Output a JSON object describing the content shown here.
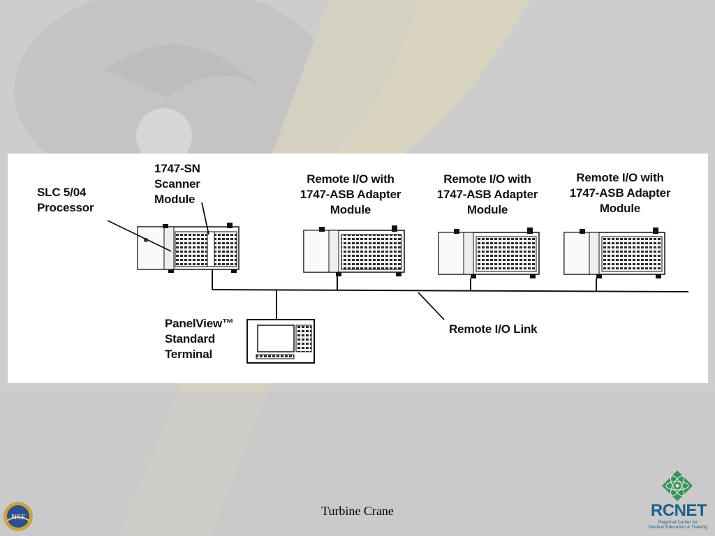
{
  "diagram": {
    "labels": {
      "processor": "SLC 5/04\nProcessor",
      "scanner": "1747-SN\nScanner\nModule",
      "remote_io_1": "Remote I/O with\n1747-ASB Adapter\nModule",
      "remote_io_2": "Remote I/O with\n1747-ASB Adapter\nModule",
      "remote_io_3": "Remote I/O with\n1747-ASB Adapter\nModule",
      "panelview": "PanelView™\nStandard\nTerminal",
      "link": "Remote I/O Link"
    }
  },
  "footer": {
    "title": "Turbine Crane",
    "left_logo": "NSF",
    "right_logo": "RCNET",
    "right_logo_subtitle": "Regional Center for\nNuclear Education & Training"
  },
  "colors": {
    "background": "#cfcfcf",
    "panel": "#ffffff",
    "rcnet_blue": "#1f5f86",
    "rcnet_green": "#3f8f5a"
  }
}
